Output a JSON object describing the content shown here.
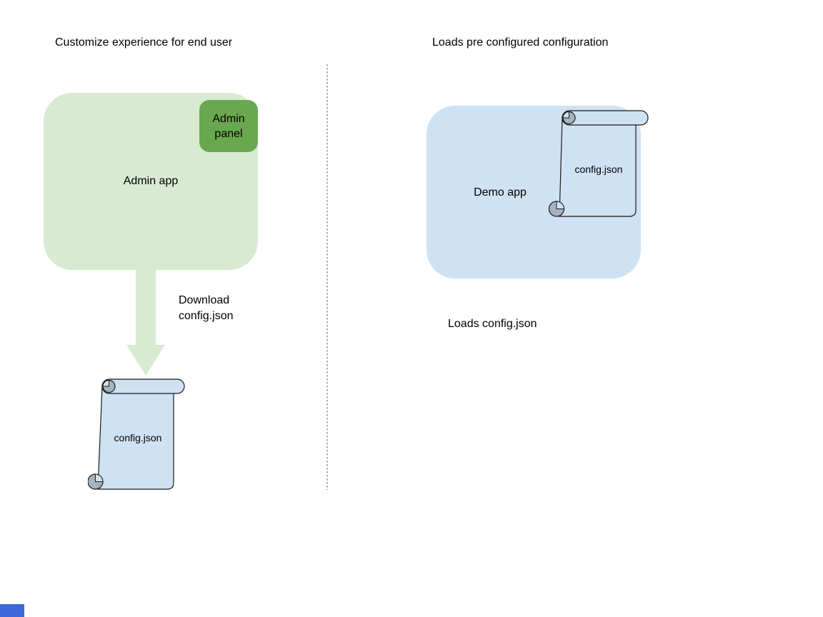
{
  "colors": {
    "light_green": "#d9ead3",
    "dark_green": "#6aa84f",
    "light_blue": "#cfe2f3",
    "scroll_curl": "#a5b3c1",
    "outline": "#1a1a1a",
    "divider": "#8a8a8a",
    "corner_marker": "#3e68d8",
    "text": "#000000"
  },
  "left": {
    "title": "Customize experience for end user",
    "app_label": "Admin app",
    "panel_label": "Admin panel",
    "arrow_label": "Download config.json",
    "file_label": "config.json"
  },
  "right": {
    "title": "Loads pre configured configuration",
    "app_label": "Demo app",
    "file_label": "config.json",
    "caption": "Loads config.json"
  }
}
